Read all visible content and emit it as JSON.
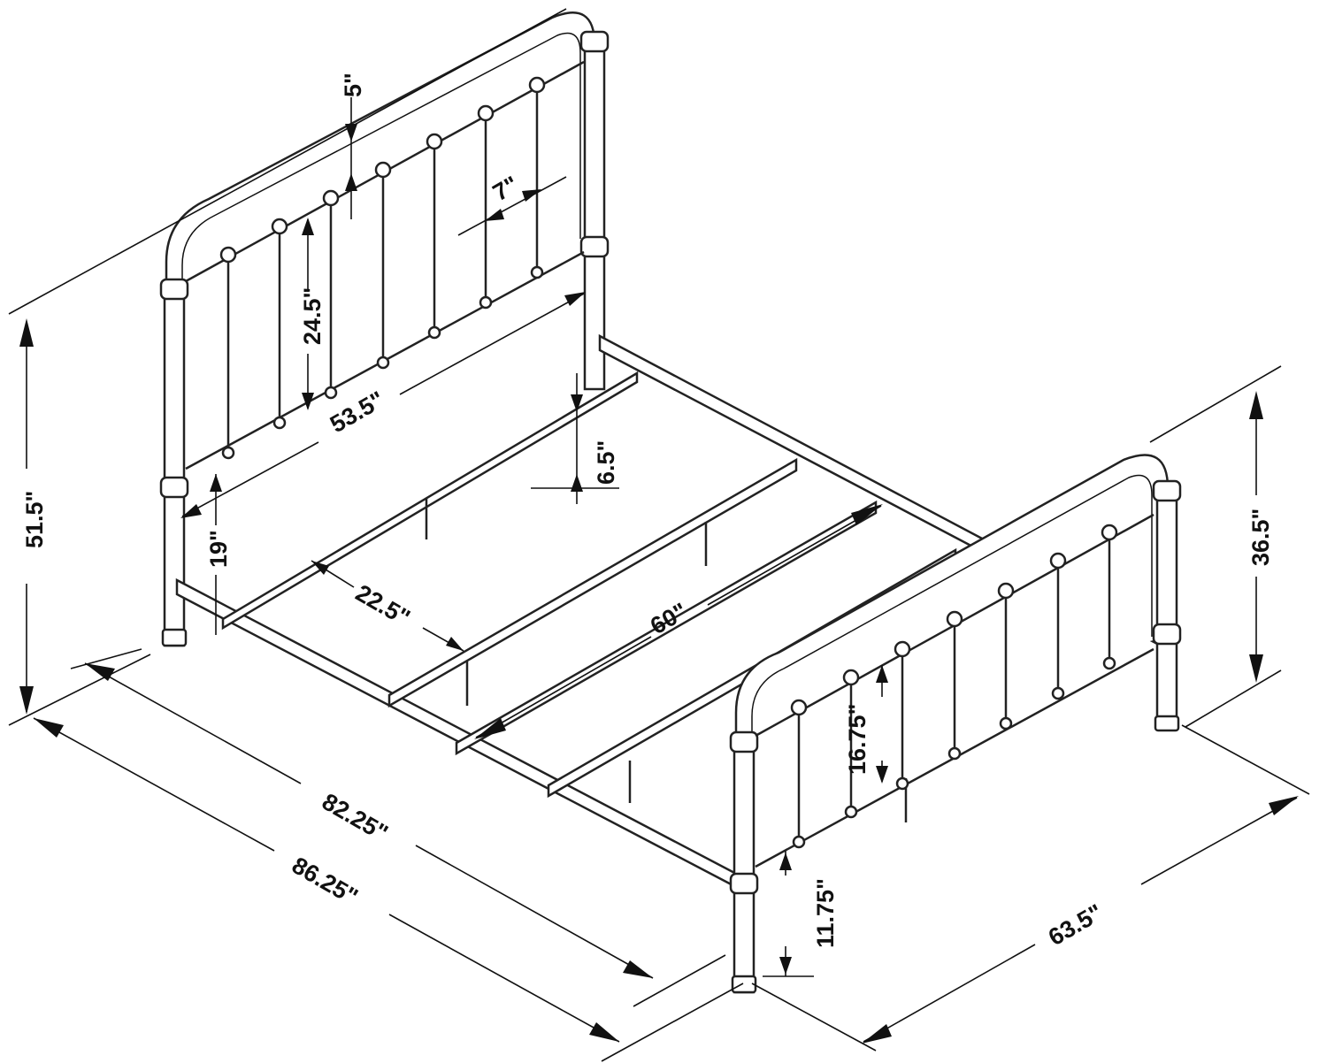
{
  "dimensions": {
    "overall_height": "51.5\"",
    "finial_height": "5\"",
    "headboard_spindle_height": "24.5\"",
    "spindle_spacing": "7\"",
    "headboard_width": "53.5\"",
    "side_rail_clearance": "6.5\"",
    "headboard_bottom_clearance": "19\"",
    "slat_spacing": "22.5\"",
    "frame_width": "60\"",
    "footboard_height": "36.5\"",
    "footboard_spindle_height": "16.75\"",
    "footboard_bottom_clearance": "11.75\"",
    "inner_length": "82.25\"",
    "overall_length": "86.25\"",
    "overall_width": "63.5\""
  }
}
